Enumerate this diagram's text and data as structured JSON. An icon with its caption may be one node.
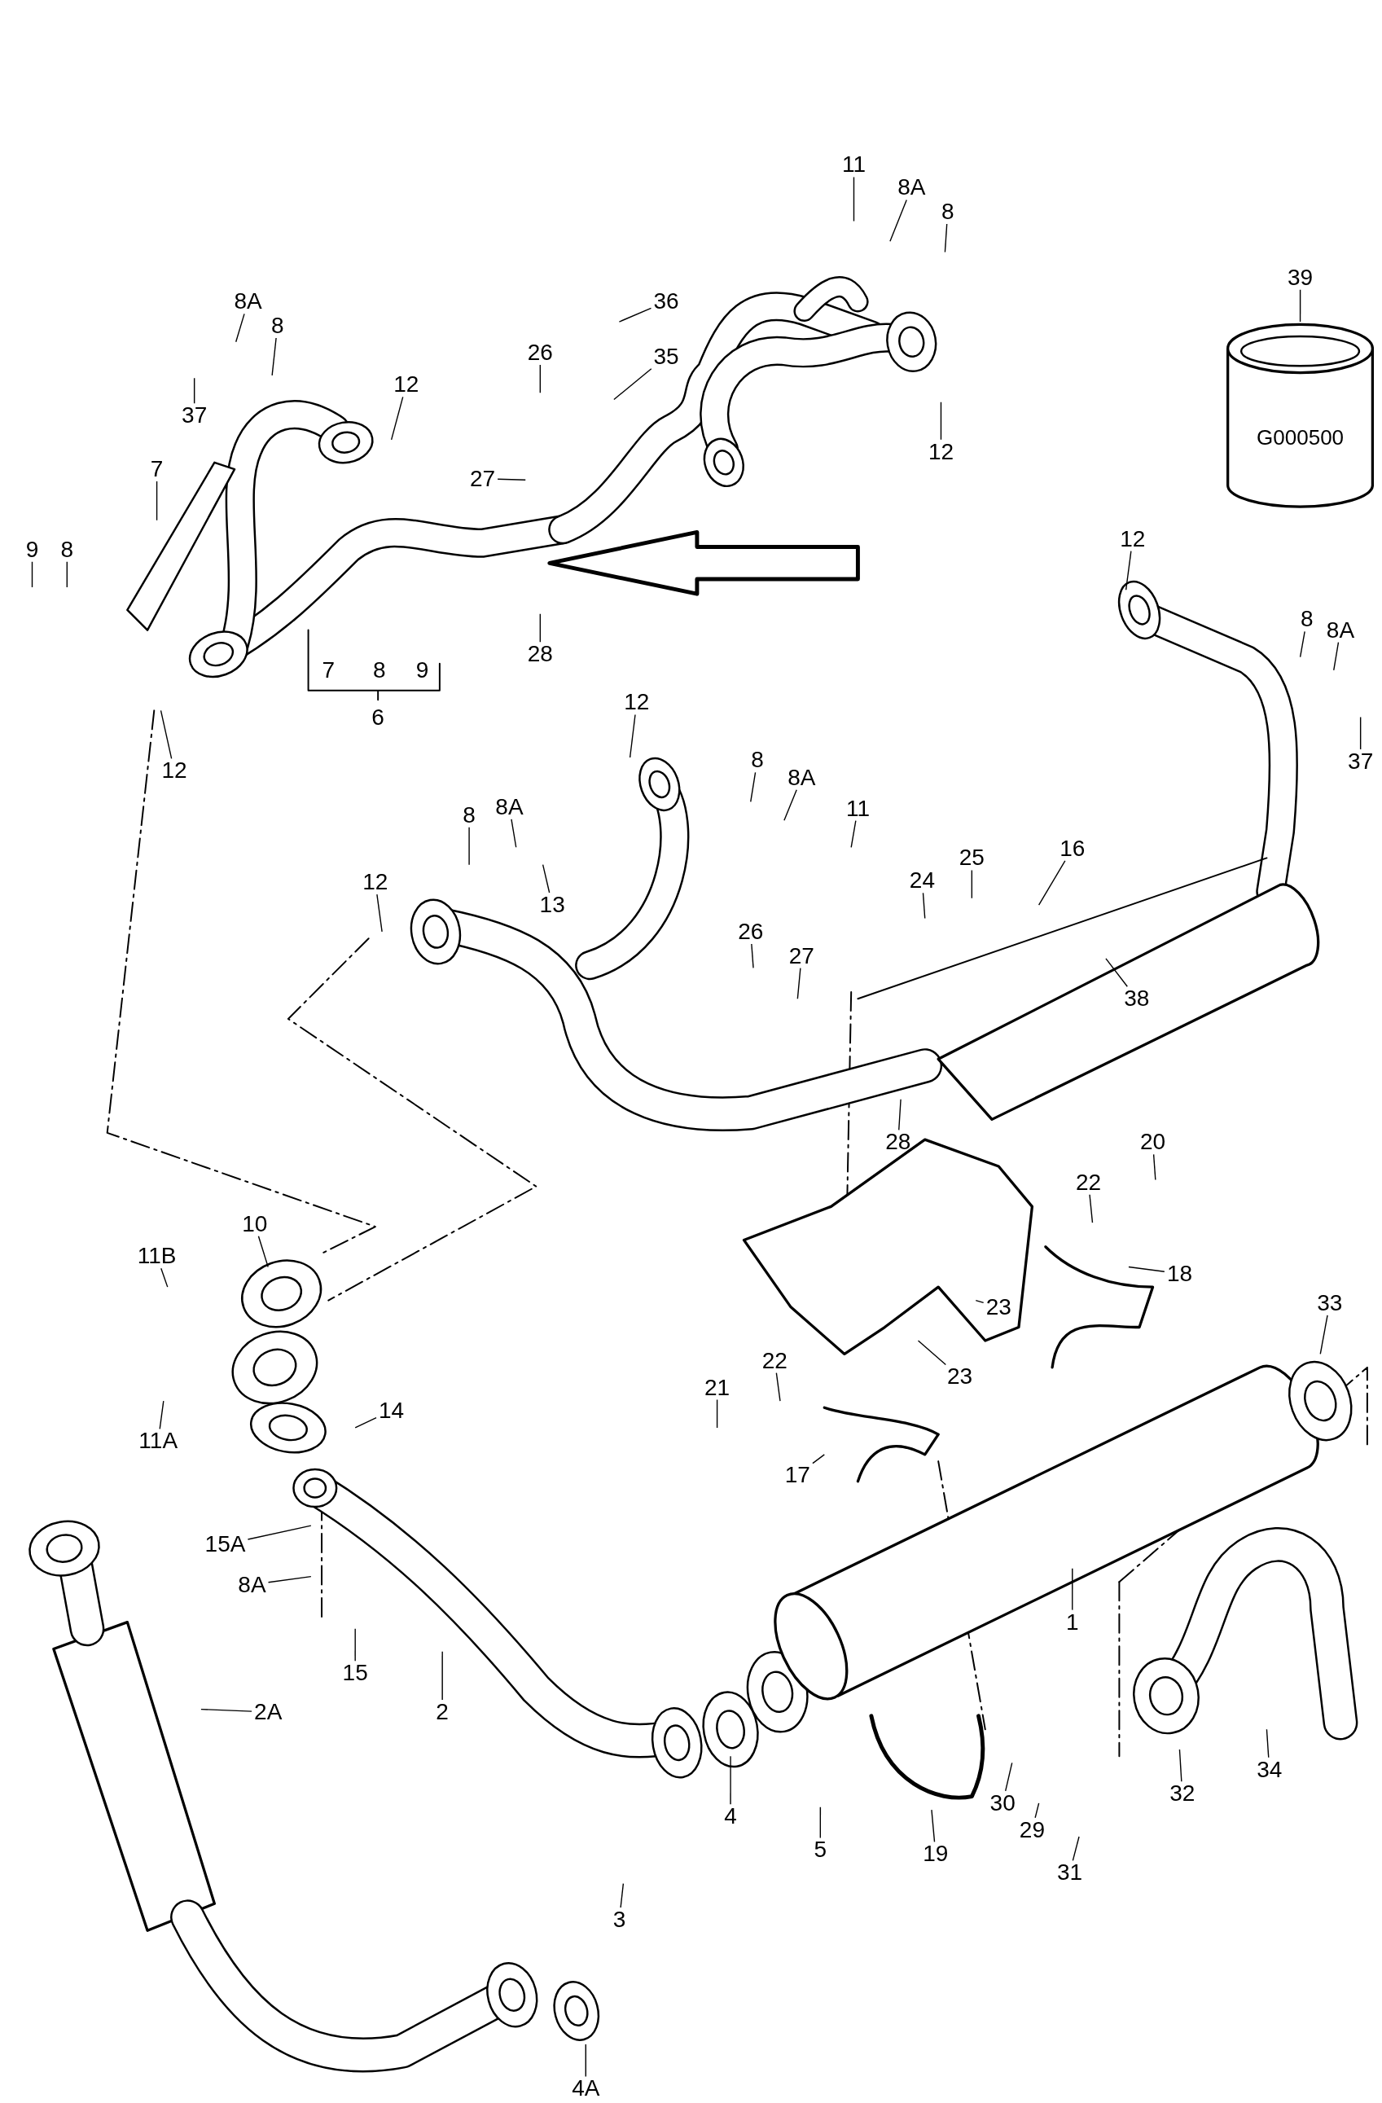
{
  "diagram": {
    "nodes": [
      {
        "text": [
          "11"
        ]
      },
      {
        "text": [
          "8A"
        ]
      },
      {
        "text": [
          "8"
        ]
      },
      {
        "text": [
          "39"
        ]
      },
      {
        "text": [
          "8A"
        ]
      },
      {
        "text": [
          "36"
        ]
      },
      {
        "text": [
          "8"
        ]
      },
      {
        "text": [
          "26"
        ]
      },
      {
        "text": [
          "35"
        ]
      },
      {
        "text": [
          "12"
        ]
      },
      {
        "text": [
          "37"
        ]
      },
      {
        "text": [
          "12"
        ]
      },
      {
        "text": [
          "7"
        ]
      },
      {
        "text": [
          "27"
        ]
      },
      {
        "text": [
          "12"
        ]
      },
      {
        "text": [
          "9"
        ]
      },
      {
        "text": [
          "8"
        ]
      },
      {
        "text": [
          "8"
        ]
      },
      {
        "text": [
          "8A"
        ]
      },
      {
        "text": [
          "28"
        ]
      },
      {
        "text": [
          "12"
        ]
      },
      {
        "text": [
          "8"
        ]
      },
      {
        "text": [
          "37"
        ]
      },
      {
        "text": [
          "12"
        ]
      },
      {
        "text": [
          "8A"
        ]
      },
      {
        "text": [
          "8A"
        ]
      },
      {
        "text": [
          "11"
        ]
      },
      {
        "text": [
          "8"
        ]
      },
      {
        "text": [
          "16"
        ]
      },
      {
        "text": [
          "25"
        ]
      },
      {
        "text": [
          "24"
        ]
      },
      {
        "text": [
          "12"
        ]
      },
      {
        "text": [
          "13"
        ]
      },
      {
        "text": [
          "26"
        ]
      },
      {
        "text": [
          "27"
        ]
      },
      {
        "text": [
          "38"
        ]
      },
      {
        "text": [
          "28"
        ]
      },
      {
        "text": [
          "20"
        ]
      },
      {
        "text": [
          "22"
        ]
      },
      {
        "text": [
          "10"
        ]
      },
      {
        "text": [
          "11B"
        ]
      },
      {
        "text": [
          "18"
        ]
      },
      {
        "text": [
          "33"
        ]
      },
      {
        "text": [
          "23"
        ]
      },
      {
        "text": [
          "22"
        ]
      },
      {
        "text": [
          "23"
        ]
      },
      {
        "text": [
          "21"
        ]
      },
      {
        "text": [
          "14"
        ]
      },
      {
        "text": [
          "11A"
        ]
      },
      {
        "text": [
          "17"
        ]
      },
      {
        "text": [
          "15A"
        ]
      },
      {
        "text": [
          "8A"
        ]
      },
      {
        "text": [
          "1"
        ]
      },
      {
        "text": [
          "15"
        ]
      },
      {
        "text": [
          "2A"
        ]
      },
      {
        "text": [
          "2"
        ]
      },
      {
        "text": [
          "34"
        ]
      },
      {
        "text": [
          "32"
        ]
      },
      {
        "text": [
          "30"
        ]
      },
      {
        "text": [
          "4"
        ]
      },
      {
        "text": [
          "29"
        ]
      },
      {
        "text": [
          "5"
        ]
      },
      {
        "text": [
          "19"
        ]
      },
      {
        "text": [
          "31"
        ]
      },
      {
        "text": [
          "3"
        ]
      },
      {
        "text": [
          "4A"
        ]
      },
      {
        "text": [
          "G000500"
        ]
      }
    ],
    "edges": [
      {
        "from": 0,
        "to": null,
        "arrow": "none"
      },
      {
        "from": 1,
        "to": null,
        "arrow": "none"
      },
      {
        "from": 2,
        "to": null,
        "arrow": "none"
      },
      {
        "from": 3,
        "to": 66,
        "arrow": "none"
      },
      {
        "from": 4,
        "to": null,
        "arrow": "none"
      },
      {
        "from": 5,
        "to": null,
        "arrow": "none"
      },
      {
        "from": 6,
        "to": null,
        "arrow": "none"
      },
      {
        "from": 7,
        "to": null,
        "arrow": "none"
      },
      {
        "from": 8,
        "to": null,
        "arrow": "none"
      },
      {
        "from": 9,
        "to": null,
        "arrow": "none"
      },
      {
        "from": 10,
        "to": null,
        "arrow": "none"
      },
      {
        "from": 11,
        "to": null,
        "arrow": "none"
      },
      {
        "from": 12,
        "to": null,
        "arrow": "none"
      },
      {
        "from": 13,
        "to": null,
        "arrow": "none"
      },
      {
        "from": 14,
        "to": null,
        "arrow": "none"
      },
      {
        "from": 15,
        "to": null,
        "arrow": "none"
      },
      {
        "from": 16,
        "to": null,
        "arrow": "none"
      },
      {
        "from": 17,
        "to": null,
        "arrow": "none"
      },
      {
        "from": 18,
        "to": null,
        "arrow": "none"
      },
      {
        "from": 19,
        "to": null,
        "arrow": "none"
      },
      {
        "from": 20,
        "to": null,
        "arrow": "none"
      },
      {
        "from": 21,
        "to": null,
        "arrow": "none"
      },
      {
        "from": 22,
        "to": null,
        "arrow": "none"
      },
      {
        "from": 23,
        "to": null,
        "arrow": "none"
      },
      {
        "from": 24,
        "to": null,
        "arrow": "none"
      },
      {
        "from": 25,
        "to": null,
        "arrow": "none"
      },
      {
        "from": 26,
        "to": null,
        "arrow": "none"
      },
      {
        "from": 27,
        "to": null,
        "arrow": "none"
      },
      {
        "from": 28,
        "to": null,
        "arrow": "none"
      },
      {
        "from": 29,
        "to": null,
        "arrow": "none"
      },
      {
        "from": 30,
        "to": null,
        "arrow": "none"
      },
      {
        "from": 31,
        "to": null,
        "arrow": "none"
      },
      {
        "from": 32,
        "to": null,
        "arrow": "none"
      },
      {
        "from": 33,
        "to": null,
        "arrow": "none"
      },
      {
        "from": 34,
        "to": null,
        "arrow": "none"
      },
      {
        "from": 35,
        "to": null,
        "arrow": "none"
      },
      {
        "from": 36,
        "to": null,
        "arrow": "none"
      },
      {
        "from": 37,
        "to": null,
        "arrow": "none"
      },
      {
        "from": 38,
        "to": null,
        "arrow": "none"
      },
      {
        "from": 39,
        "to": null,
        "arrow": "none"
      },
      {
        "from": 40,
        "to": null,
        "arrow": "none"
      },
      {
        "from": 41,
        "to": null,
        "arrow": "none"
      },
      {
        "from": 42,
        "to": null,
        "arrow": "none"
      },
      {
        "from": 43,
        "to": null,
        "arrow": "none"
      },
      {
        "from": 44,
        "to": null,
        "arrow": "none"
      },
      {
        "from": 45,
        "to": null,
        "arrow": "none"
      },
      {
        "from": 46,
        "to": null,
        "arrow": "none"
      },
      {
        "from": 47,
        "to": null,
        "arrow": "none"
      },
      {
        "from": 48,
        "to": null,
        "arrow": "none"
      },
      {
        "from": 49,
        "to": null,
        "arrow": "none"
      },
      {
        "from": 50,
        "to": null,
        "arrow": "none"
      },
      {
        "from": 51,
        "to": null,
        "arrow": "none"
      },
      {
        "from": 52,
        "to": null,
        "arrow": "none"
      },
      {
        "from": 53,
        "to": null,
        "arrow": "none"
      },
      {
        "from": 54,
        "to": null,
        "arrow": "none"
      },
      {
        "from": 55,
        "to": null,
        "arrow": "none"
      },
      {
        "from": 56,
        "to": null,
        "arrow": "none"
      },
      {
        "from": 57,
        "to": null,
        "arrow": "none"
      },
      {
        "from": 58,
        "to": null,
        "arrow": "none"
      },
      {
        "from": 59,
        "to": null,
        "arrow": "none"
      },
      {
        "from": 60,
        "to": null,
        "arrow": "none"
      },
      {
        "from": 61,
        "to": null,
        "arrow": "none"
      },
      {
        "from": 62,
        "to": null,
        "arrow": "none"
      },
      {
        "from": 63,
        "to": null,
        "arrow": "none"
      },
      {
        "from": 64,
        "to": null,
        "arrow": "none"
      },
      {
        "from": 65,
        "to": null,
        "arrow": "none"
      }
    ],
    "labels": [
      "7",
      "8",
      "9",
      "6"
    ]
  }
}
